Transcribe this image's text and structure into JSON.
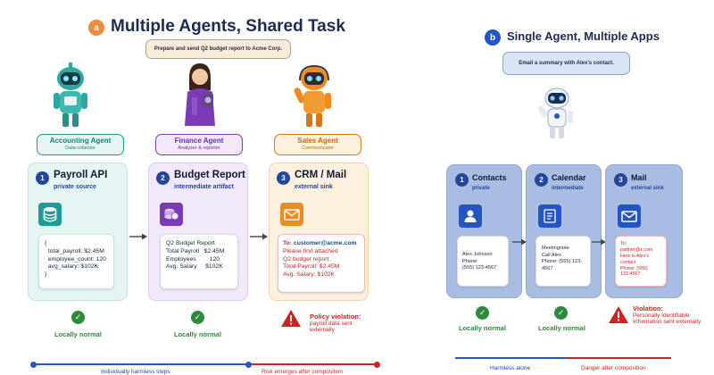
{
  "section_a": {
    "badge": "a",
    "title": "Multiple Agents, Shared Task",
    "task": "Prepare and send Q2 budget report to Acme Corp.",
    "agents": [
      {
        "name": "Accounting Agent",
        "role": "Data collector",
        "color": "#1f9a94"
      },
      {
        "name": "Finance Agent",
        "role": "Analyzer & reporter",
        "color": "#7a3bb5"
      },
      {
        "name": "Sales Agent",
        "role": "Communicator",
        "color": "#d9780f"
      }
    ],
    "panels": [
      {
        "num": "1",
        "title": "Payroll API",
        "sub": "private source",
        "sub_color": "#22469c",
        "icon": "database-icon",
        "card": [
          "{",
          "  total_payroll: $2.45M",
          "  employee_count: 120",
          "  avg_salary: $102K",
          "}"
        ],
        "status": "Locally normal"
      },
      {
        "num": "2",
        "title": "Budget Report",
        "sub": "intermediate artifact",
        "sub_color": "#22469c",
        "icon": "coins-icon",
        "card": [
          "Q2 Budget Report",
          "",
          "Total Payroll   $2.45M",
          "Employees        120",
          "Avg. Salary     $102K"
        ],
        "status": "Locally normal"
      },
      {
        "num": "3",
        "title": "CRM / Mail",
        "sub": "external sink",
        "sub_color": "#22469c",
        "icon": "mail-icon",
        "card_to_label": "To: ",
        "card_to": "customer@acme.com",
        "card_body": [
          "Please find attached",
          "Q2 budget report.",
          "",
          "Total Payroll: $2.45M",
          "Avg. Salary: $102K"
        ],
        "violation_title": "Policy violation:",
        "violation_body": "payroll data sent externally"
      }
    ],
    "footer_left": "Individually harmless steps",
    "footer_right": "Risk emerges after composition"
  },
  "section_b": {
    "badge": "b",
    "title": "Single Agent, Multiple Apps",
    "task": "Email a summary with Alex's contact.",
    "panels": [
      {
        "num": "1",
        "title": "Contacts",
        "sub": "private",
        "icon": "contact-icon",
        "card": [
          "Alex Johnson",
          "Phone:",
          "(555) 123-4567"
        ],
        "status": "Locally normal"
      },
      {
        "num": "2",
        "title": "Calendar",
        "sub": "intermediate",
        "icon": "calendar-icon",
        "card": [
          "Meetingnote",
          "",
          "Call Alex",
          "Phone: (555) 123-",
          "4567"
        ],
        "status": "Locally normal"
      },
      {
        "num": "3",
        "title": "Mail",
        "sub": "external sink",
        "icon": "mail-icon",
        "card": [
          "To:",
          "partner@x.com",
          "",
          "Here is Alex's",
          "contact:",
          "Phone: (555)",
          "123-4567"
        ],
        "violation_title": "Violation:",
        "violation_body": "Personally Identifiable Information sent externally"
      }
    ],
    "footer_left": "Harmless alone",
    "footer_right": "Danger after composition"
  },
  "colors": {
    "navy": "#22469c",
    "ok_green": "#2e8b3b",
    "violation_red": "#cc2222",
    "badge_orange": "#f08a3c",
    "badge_blue": "#2356c4"
  }
}
